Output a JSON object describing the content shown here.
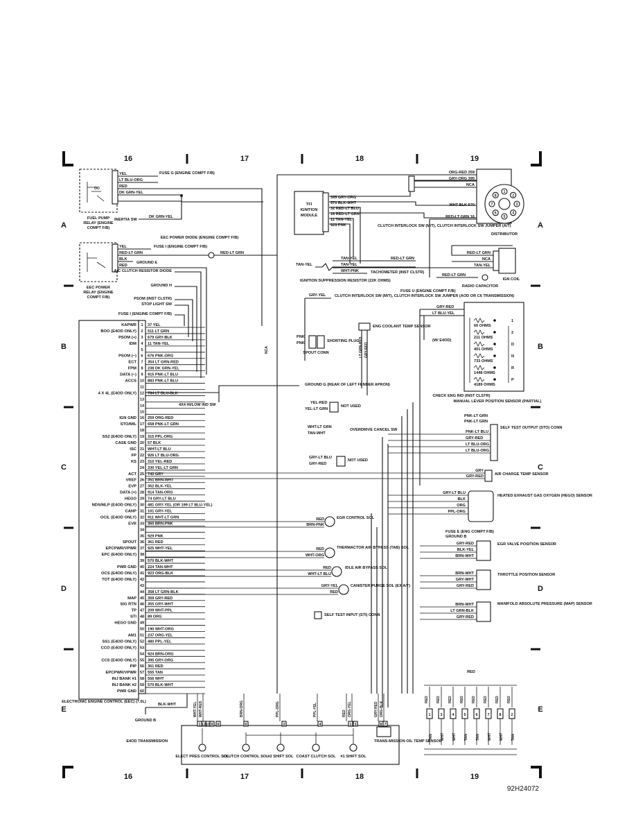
{
  "grid": {
    "columns": [
      "16",
      "17",
      "18",
      "19"
    ],
    "rows": [
      "A",
      "B",
      "C",
      "D",
      "E"
    ]
  },
  "figure_id": "92H24072",
  "components": {
    "fuel_pump_relay": "FUEL PUMP RELAY (ENGINE COMPT F/B)",
    "eec_power_relay": "EEC POWER RELAY (ENGINE COMPT F/B)",
    "inertia_sw": "INERTIA SW",
    "tfi_module": "TFI IGNITION MODULE",
    "distributor": "DISTRIBUTOR",
    "ign_coil": "IGN COIL",
    "radio_capacitor": "RADIO CAPACITOR",
    "tachometer": "TACHOMETER (INST CLSTR)",
    "ignition_suppression": "IGNITION SUPPRESSION RESISTOR (22K OHMS)",
    "clutch_interlock_1": "CLUTCH INTERLOCK SW (M/T), CLUTCH INTERLOCK SW JUMPER (A/T)",
    "clutch_interlock_2": "CLUTCH INTERLOCK SW (M/T), CLUTCH INTERLOCK SW JUMPER (AOD OR C6 TRANSMISSION)",
    "fuse_u": "FUSE U (ENGINE COMPT F/B)",
    "fuse_g": "FUSE G (ENGINE COMPT F/B)",
    "fuse_i": "FUSE I (ENGINE COMPT F/B)",
    "fuse_i_2": "FUSE I (ENGINE COMPT F/B)",
    "fuse_e": "FUSE E (ENG COMPT F/B)",
    "eec_power_diode": "EEC POWER DIODE (ENGINE COMPT F/B)",
    "ac_clutch_diode": "A/C CLUTCH RESISTOR DIODE",
    "ground_e": "GROUND E",
    "ground_h": "GROUND H",
    "psom": "PSOM (INST CLSTR)",
    "stop_light": "STOP LIGHT SW",
    "eng_coolant": "ENG COOLANT TEMP SENSOR",
    "spout_conn": "SPOUT CONN",
    "shorting_plug": "SHORTING PLUG",
    "w_e4od": "(W/ E4OD)",
    "ground_g": "GROUND G (REAR OF LEFT FENDER APRON)",
    "four_by_four": "4X4 HI/LOW IND SW",
    "not_used_1": "NOT USED",
    "not_used_2": "NOT USED",
    "overdrive_cancel": "OVERDRIVE CANCEL SW",
    "check_eng": "CHECK ENG IND (INST CLSTR)",
    "manual_lever": "MANUAL LEVER POSITION SENSOR (PARTIAL)",
    "self_test_output": "SELF TEST OUTPUT (STO) CONN",
    "air_charge": "AIR CHARGE TEMP SENSOR",
    "hego": "HEATED EXHAUST GAS OXYGEN (HEGO) SENSOR",
    "ground_b": "GROUND B",
    "ground_b_2": "GROUND B",
    "egr_control": "EGR CONTROL SOL",
    "egr_valve": "EGR VALVE POSITION SENSOR",
    "thermactor": "THERMACTOR AIR BYPASS (TAB) SOL",
    "idle_air": "IDLE AIR BYPASS SOL",
    "throttle": "THROTTLE POSITION SENSOR",
    "canister": "CANISTER PURGE SOL (EX A/T)",
    "map_sensor": "MANIFOLD ABSOLUTE PRESSURE (MAP) SENSOR",
    "self_test_input": "SELF TEST INPUT (STI) CONN",
    "eec": "ELECTRONIC ENGINE CONTROL (EEC) (7.5L)",
    "e4od_trans": "E4OD TRANSMISSION",
    "elect_pres": "ELECT PRES CONTROL SOL",
    "clutch_control": "CLUTCH CONTROL SOL",
    "shift2": "#2 SHIFT SOL",
    "coast_clutch": "COAST CLUTCH SOL",
    "shift1": "#1 SHIFT SOL",
    "trans_oil": "TRANS-MISSION OIL TEMP SENSOR",
    "injector_label": "RED"
  },
  "resistances": [
    "66 OHMS",
    "211 OHMS",
    "401 OHMS",
    "733 OHMS",
    "1448 OHMS",
    "4189 OHMS"
  ],
  "mlps_positions": [
    "1",
    "2",
    "D",
    "N",
    "R",
    "P"
  ],
  "top_wires": [
    "YEL",
    "LT BLU-ORG",
    "RED",
    "DK GRN-YEL",
    "DK GRN-YEL"
  ],
  "eec_wires": [
    "YEL",
    "RED-LT GRN",
    "BLK",
    "RED",
    "RED-LT GRN"
  ],
  "tfi_wires": [
    "395 GRY-ORG",
    "570 BLK-WHT",
    "32 RED-LT BLU",
    "16 RED-LT GRN",
    "11 TAN-YEL",
    "929 PNK"
  ],
  "distributor_wires": [
    "ORG-RED 259",
    "GRY-ORG 395",
    "NCA",
    "WHT-BLK 570",
    "RED-LT GRN 16"
  ],
  "coil_wires": [
    "RED-LT GRN",
    "NCA",
    "TAN-YEL"
  ],
  "misc_wires": {
    "tan_yel_a": "TAN-YEL",
    "tan_yel_b": "TAN-YEL",
    "tan_yel_c": "TAN-YEL",
    "red_lt_grn_a": "RED-LT GRN",
    "red_lt_grn_b": "RED-LT GRN",
    "red_lt_grn_c": "RED-LT GRN",
    "wht_pnk": "WHT-PNK",
    "gry_yel": "GRY-YEL",
    "gry_red": "GRY-RED",
    "lt_blu_yel": "LT BLU-YEL",
    "pnk1": "PNK",
    "pnk2": "PNK",
    "lt_grn_red": "LT GRN-RED",
    "gry_red_v": "GRY-RED",
    "nca_v": "NCA",
    "yel_red": "YEL-RED",
    "yel_lt_grn": "YEL-LT GRN",
    "wht_lt_grn": "WHT-LT GRN",
    "tan_wht": "TAN-WHT",
    "pnk_lt_grn": "PNK-LT GRN",
    "pnk_lt_grn_b": "PNK-LT GRN",
    "gry_lt_blu": "GRY-LT BLU",
    "gry_red_nu": "GRY-RED",
    "blk_wht": "BLK-WHT",
    "eec_feed": "RED-LT GRN"
  },
  "sto_wires": [
    "PNK-LT BLU",
    "GRY-RED",
    "LT BLU-ORG",
    "LT BLU-ORG"
  ],
  "act_wires": [
    "GRY",
    "GRY-RED"
  ],
  "hego_wires": [
    "GRY-LT BLU",
    "BLK",
    "ORG",
    "PPL-ORG"
  ],
  "egr_sol_wires": [
    "RED",
    "BRN-PNK"
  ],
  "egr_valve_wires": [
    "GRY-RED",
    "BLK-YEL",
    "BRN-WHT"
  ],
  "tab_wires": [
    "RED",
    "WHT-ORG"
  ],
  "iab_wires": [
    "RED",
    "WHT-LT BLU"
  ],
  "tps_wires": [
    "BRN-WHT",
    "GRY-WHT",
    "GRY-RED"
  ],
  "canister_wires": [
    "GRY-YEL",
    "RED"
  ],
  "map_wires": [
    "BRN-WHT",
    "LT GRN-BLK",
    "GRY-RED"
  ],
  "eec_pins": [
    {
      "pin": "1",
      "func": "KAPWR",
      "wire": "37 YEL"
    },
    {
      "pin": "2",
      "func": "BOO (E4OD ONLY)",
      "wire": "511 LT GRN"
    },
    {
      "pin": "3",
      "func": "PSOM (+)",
      "wire": "679 GRY-BLK"
    },
    {
      "pin": "4",
      "func": "IDM",
      "wire": "11 TAN-YEL"
    },
    {
      "pin": "5",
      "func": "",
      "wire": ""
    },
    {
      "pin": "6",
      "func": "PSOM (−)",
      "wire": "676 PNK-ORG"
    },
    {
      "pin": "7",
      "func": "ECT",
      "wire": "354 LT GRN-RED"
    },
    {
      "pin": "8",
      "func": "FPM",
      "wire": "238 DK GRN-YEL"
    },
    {
      "pin": "9",
      "func": "DATA (−)",
      "wire": "915 PNK-LT BLU"
    },
    {
      "pin": "10",
      "func": "ACCS",
      "wire": "883 PNK-LT BLU"
    },
    {
      "pin": "11",
      "func": "",
      "wire": ""
    },
    {
      "pin": "12",
      "func": "4 X 4L (E4OD ONLY)",
      "wire": "784 LT BLU-BLK"
    },
    {
      "pin": "13",
      "func": "",
      "wire": ""
    },
    {
      "pin": "14",
      "func": "",
      "wire": ""
    },
    {
      "pin": "15",
      "func": "",
      "wire": ""
    },
    {
      "pin": "16",
      "func": "IGN GND",
      "wire": "259 ORG-RED"
    },
    {
      "pin": "17",
      "func": "STO/MIL",
      "wire": "658 PNK-LT GRN"
    },
    {
      "pin": "18",
      "func": "",
      "wire": ""
    },
    {
      "pin": "19",
      "func": "SS2 (E4OD ONLY)",
      "wire": "315 PPL-ORG"
    },
    {
      "pin": "20",
      "func": "CASE GND",
      "wire": "57 BLK"
    },
    {
      "pin": "21",
      "func": "ISC",
      "wire": "WHT-LT BLU"
    },
    {
      "pin": "22",
      "func": "FP",
      "wire": "926 LT BLU-ORG"
    },
    {
      "pin": "23",
      "func": "KS",
      "wire": "310 YEL-RED"
    },
    {
      "pin": "24",
      "func": "",
      "wire": "330 YEL-LT GRN"
    },
    {
      "pin": "25",
      "func": "ACT",
      "wire": "743 GRY"
    },
    {
      "pin": "26",
      "func": "VREF",
      "wire": "351 BRN-WHT"
    },
    {
      "pin": "27",
      "func": "EVP",
      "wire": "352 BLK-YEL"
    },
    {
      "pin": "28",
      "func": "DATA (+)",
      "wire": "914 TAN-ORG"
    },
    {
      "pin": "29",
      "func": "HEGO",
      "wire": "74 GRY-LT BLU"
    },
    {
      "pin": "30",
      "func": "NDS/MLP (E4OD ONLY)",
      "wire": "481 GRY-YEL (OR 199 LT BLU-YEL)"
    },
    {
      "pin": "31",
      "func": "CANP",
      "wire": "101 GRY-YEL"
    },
    {
      "pin": "32",
      "func": "OCIL (E4OD ONLY)",
      "wire": "911 WHT-LT GRN"
    },
    {
      "pin": "33",
      "func": "EVR",
      "wire": "360 BRN-PNK"
    },
    {
      "pin": "34",
      "func": "",
      "wire": ""
    },
    {
      "pin": "35",
      "func": "",
      "wire": "929 PNK"
    },
    {
      "pin": "36",
      "func": "SPOUT",
      "wire": "361 RED"
    },
    {
      "pin": "37",
      "func": "EPCPWR/VPWR",
      "wire": "925 WHT-YEL"
    },
    {
      "pin": "38",
      "func": "EPC (E4OD ONLY)",
      "wire": ""
    },
    {
      "pin": "39",
      "func": "",
      "wire": "570 BLK-WHT"
    },
    {
      "pin": "40",
      "func": "PWR GND",
      "wire": "224 TAN-WHT"
    },
    {
      "pin": "41",
      "func": "OCS (E4OD ONLY)",
      "wire": "923 ORG-BLK"
    },
    {
      "pin": "42",
      "func": "TOT (E4OD ONLY)",
      "wire": ""
    },
    {
      "pin": "43",
      "func": "",
      "wire": ""
    },
    {
      "pin": "44",
      "func": "",
      "wire": "358 LT GRN-BLK"
    },
    {
      "pin": "45",
      "func": "MAP",
      "wire": "359 GRY-RED"
    },
    {
      "pin": "46",
      "func": "SIG RTN",
      "wire": "355 GRY-WHT"
    },
    {
      "pin": "47",
      "func": "TP",
      "wire": "209 WHT-PPL"
    },
    {
      "pin": "48",
      "func": "STI",
      "wire": "89 ORG"
    },
    {
      "pin": "49",
      "func": "HEGO GND",
      "wire": ""
    },
    {
      "pin": "50",
      "func": "",
      "wire": "190 WHT-ORG"
    },
    {
      "pin": "51",
      "func": "AM1",
      "wire": "237 ORG-YEL"
    },
    {
      "pin": "52",
      "func": "SS1 (E4OD ONLY)",
      "wire": "480 PPL-YEL"
    },
    {
      "pin": "53",
      "func": "CCO (E4OD ONLY)",
      "wire": ""
    },
    {
      "pin": "54",
      "func": "",
      "wire": "924 BRN-ORG"
    },
    {
      "pin": "55",
      "func": "CCS (E4OD ONLY)",
      "wire": "395 GRY-ORG"
    },
    {
      "pin": "56",
      "func": "PIP",
      "wire": "361 RED"
    },
    {
      "pin": "57",
      "func": "EPCPWR/VPWR",
      "wire": "555 TAN"
    },
    {
      "pin": "58",
      "func": "INJ BANK #1",
      "wire": "556 WHT"
    },
    {
      "pin": "59",
      "func": "INJ BANK #2",
      "wire": "570 BLK-WHT"
    },
    {
      "pin": "60",
      "func": "PWR GND",
      "wire": ""
    }
  ],
  "trans_pins": [
    "1",
    "12",
    "10",
    "9",
    "6",
    "6",
    "2",
    "4",
    "1",
    "3",
    "8",
    "7"
  ],
  "trans_wires": [
    "WHT-YEL",
    "WHT-RED",
    "BRN-ORG",
    "PPL-ORG",
    "PPL-YEL",
    "RED",
    "ORG-YEL",
    "GRY-RED",
    "ORG-BLK"
  ],
  "injectors": [
    {
      "n": "1",
      "wire": "TAN"
    },
    {
      "n": "3",
      "wire": "WHT"
    },
    {
      "n": "4",
      "wire": "WHT"
    },
    {
      "n": "5",
      "wire": "TAN"
    },
    {
      "n": "6",
      "wire": "TAN"
    },
    {
      "n": "7",
      "wire": "WHT"
    },
    {
      "n": "8",
      "wire": "WHT"
    },
    {
      "n": "2",
      "wire": "TAN"
    }
  ]
}
